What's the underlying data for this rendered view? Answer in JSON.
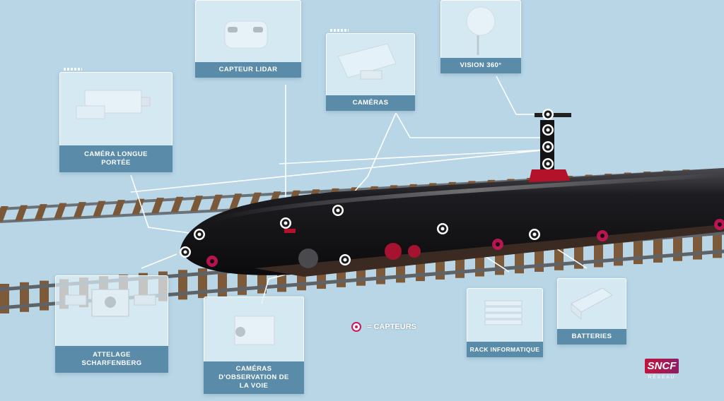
{
  "colors": {
    "sensor": "#d4145a",
    "label_bg": "#5a8ba8",
    "background": "#b8d6e6",
    "train": "#141416"
  },
  "cards": [
    {
      "id": "capteur-lidar",
      "label": "CAPTEUR LIDAR",
      "icon": "lidar-sensor-icon"
    },
    {
      "id": "cameras",
      "label": "CAMÉRAS",
      "icon": "camera-housing-icon"
    },
    {
      "id": "vision-360",
      "label": "VISION 360°",
      "icon": "dome-sensor-icon"
    },
    {
      "id": "camera-longue-portee",
      "label": "CAMÉRA LONGUE PORTÉE",
      "icon": "long-range-camera-icon"
    },
    {
      "id": "attelage",
      "label": "ATTELAGE SCHARFENBERG",
      "icon": "coupler-icon"
    },
    {
      "id": "cameras-observation",
      "label": "CAMÉRAS D'OBSERVATION DE LA VOIE",
      "icon": "track-camera-icon"
    },
    {
      "id": "rack",
      "label": "RACK INFORMATIQUE",
      "icon": "server-rack-icon"
    },
    {
      "id": "batteries",
      "label": "BATTERIES",
      "icon": "battery-pack-icon"
    }
  ],
  "legend": {
    "text": "= CAPTEURS",
    "icon": "sensor-dot-icon"
  },
  "logo": {
    "brand": "SNCF",
    "sub": "RÉSEAU"
  }
}
